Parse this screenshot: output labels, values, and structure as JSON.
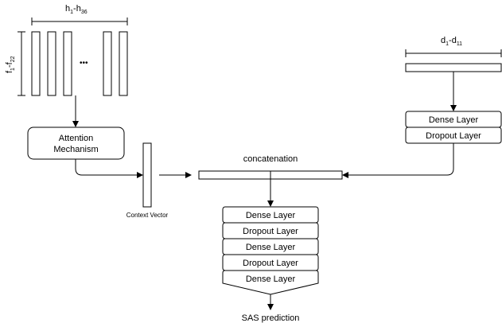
{
  "input_sequence": {
    "width_label": "h",
    "width_label_sub1": "1",
    "width_label_sep": "-h",
    "width_label_sub2": "36",
    "height_label": "f",
    "height_label_sub1": "1",
    "height_label_sep": "-f",
    "height_label_sub2": "22",
    "ellipsis": "•••"
  },
  "attention": {
    "line1": "Attention",
    "line2": "Mechanism"
  },
  "context_vector": {
    "label": "Context Vector"
  },
  "static_input": {
    "label": "d",
    "label_sub1": "1",
    "label_sep": "-d",
    "label_sub2": "11",
    "layers": [
      "Dense Layer",
      "Dropout Layer"
    ]
  },
  "concatenation": {
    "label": "concatenation"
  },
  "head": {
    "layers": [
      "Dense Layer",
      "Dropout Layer",
      "Dense Layer",
      "Dropout Layer",
      "Dense Layer"
    ],
    "output_label": "SAS prediction"
  },
  "colors": {
    "stroke": "#000000",
    "fill": "#ffffff"
  }
}
